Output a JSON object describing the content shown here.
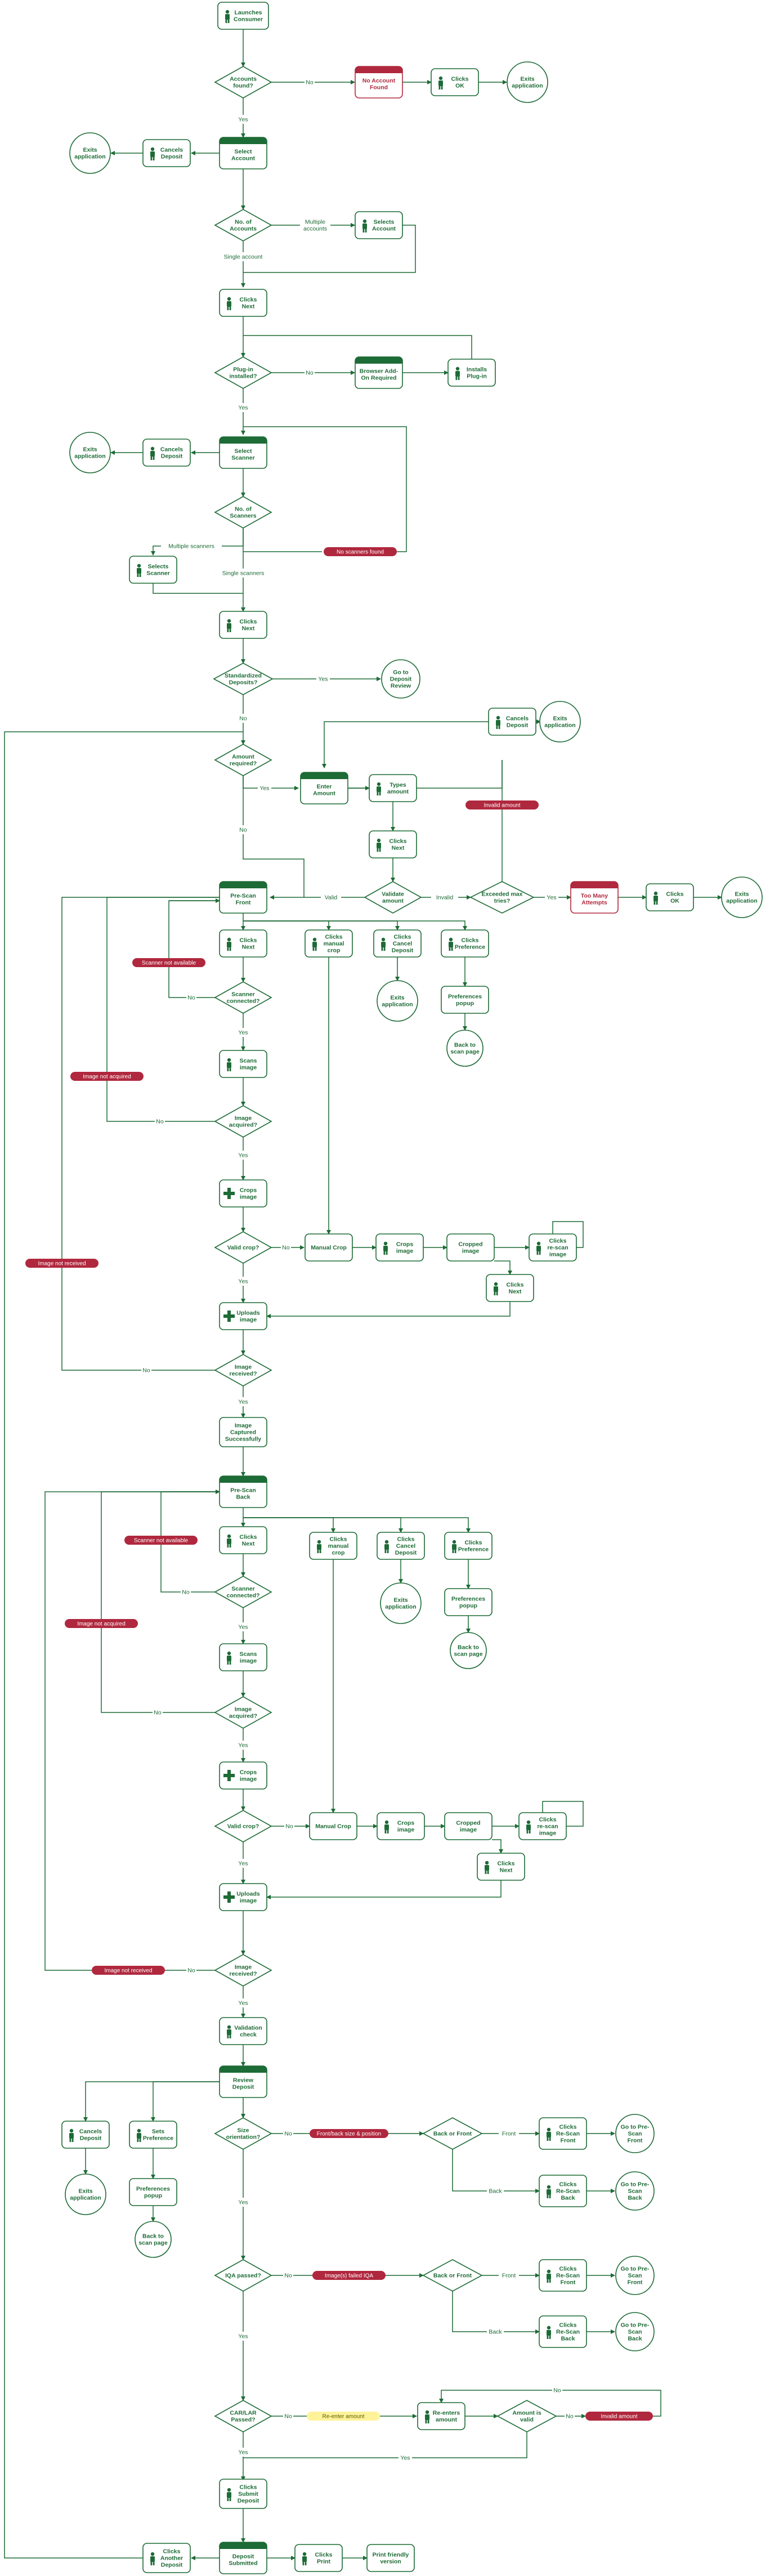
{
  "colors": {
    "green": "#1d6b36",
    "red": "#b0283e",
    "yellow": "#fff39a",
    "white": "#ffffff"
  },
  "icons": {
    "person": "person-icon",
    "cross": "plus-cross-icon"
  },
  "nodes": {
    "launches_consumer": [
      "Launches",
      "Consumer"
    ],
    "accounts_found": [
      "Accounts",
      "found?"
    ],
    "no_account_found": [
      "No Account",
      "Found"
    ],
    "clicks_ok_1": [
      "Clicks",
      "OK"
    ],
    "exits_app_1": [
      "Exits",
      "application"
    ],
    "select_account": [
      "Select",
      "Account"
    ],
    "cancels_deposit_1": [
      "Cancels",
      "Deposit"
    ],
    "exits_app_2": [
      "Exits",
      "application"
    ],
    "no_of_accounts": [
      "No. of",
      "Accounts"
    ],
    "selects_account": [
      "Selects",
      "Account"
    ],
    "clicks_next_1": [
      "Clicks",
      "Next"
    ],
    "plugin_installed": [
      "Plug-in",
      "installed?"
    ],
    "browser_addon": [
      "Browser Add-",
      "On Required"
    ],
    "installs_plugin": [
      "Installs",
      "Plug-in"
    ],
    "select_scanner": [
      "Select",
      "Scanner"
    ],
    "cancels_deposit_2": [
      "Cancels",
      "Deposit"
    ],
    "exits_app_3": [
      "Exits",
      "application"
    ],
    "no_of_scanners": [
      "No. of",
      "Scanners"
    ],
    "selects_scanner": [
      "Selects",
      "Scanner"
    ],
    "clicks_next_2": [
      "Clicks",
      "Next"
    ],
    "standardized_deposits": [
      "Standardized",
      "Deposits?"
    ],
    "go_to_deposit_review": [
      "Go to",
      "Deposit",
      "Review"
    ],
    "cancels_deposit_3": [
      "Cancels",
      "Deposit"
    ],
    "exits_app_4": [
      "Exits",
      "application"
    ],
    "amount_required": [
      "Amount",
      "required?"
    ],
    "enter_amount": [
      "Enter",
      "Amount"
    ],
    "types_amount": [
      "Types",
      "amount"
    ],
    "clicks_next_3": [
      "Clicks",
      "Next"
    ],
    "validate_amount": [
      "Validate",
      "amount"
    ],
    "exceeded_max_tries": [
      "Exceeded max",
      "tries?"
    ],
    "too_many_attempts": [
      "Too Many",
      "Attempts"
    ],
    "clicks_ok_2": [
      "Clicks",
      "OK"
    ],
    "exits_app_5": [
      "Exits",
      "application"
    ],
    "prescan_front": [
      "Pre-Scan",
      "Front"
    ],
    "clicks_next_f": [
      "Clicks",
      "Next"
    ],
    "clicks_manual_crop_f": [
      "Clicks",
      "manual",
      "crop"
    ],
    "clicks_cancel_deposit_f": [
      "Clicks",
      "Cancel",
      "Deposit"
    ],
    "clicks_preference_f": [
      "Clicks",
      "Preference"
    ],
    "exits_app_f": [
      "Exits",
      "application"
    ],
    "preferences_popup_f": [
      "Preferences",
      "popup"
    ],
    "back_to_scan_f": [
      "Back to",
      "scan page"
    ],
    "scanner_connected_f": [
      "Scanner",
      "connected?"
    ],
    "scans_image_f": [
      "Scans",
      "image"
    ],
    "image_acquired_f": [
      "Image",
      "acquired?"
    ],
    "crops_image_f1": [
      "Crops",
      "image"
    ],
    "valid_crop_f": [
      "Valid crop?"
    ],
    "manual_crop_f": [
      "Manual Crop"
    ],
    "crops_image_f2": [
      "Crops",
      "image"
    ],
    "cropped_image_f": [
      "Cropped",
      "image"
    ],
    "clicks_rescan_f": [
      "Clicks",
      "re-scan",
      "image"
    ],
    "clicks_next_f2": [
      "Clicks",
      "Next"
    ],
    "uploads_image_f": [
      "Uploads",
      "image"
    ],
    "image_received_f": [
      "Image",
      "received?"
    ],
    "image_captured": [
      "Image",
      "Captured",
      "Successfully"
    ],
    "prescan_back": [
      "Pre-Scan",
      "Back"
    ],
    "clicks_next_b": [
      "Clicks",
      "Next"
    ],
    "clicks_manual_crop_b": [
      "Clicks",
      "manual",
      "crop"
    ],
    "clicks_cancel_deposit_b": [
      "Clicks",
      "Cancel",
      "Deposit"
    ],
    "clicks_preference_b": [
      "Clicks",
      "Preference"
    ],
    "exits_app_b": [
      "Exits",
      "application"
    ],
    "preferences_popup_b": [
      "Preferences",
      "popup"
    ],
    "back_to_scan_b": [
      "Back to",
      "scan page"
    ],
    "scanner_connected_b": [
      "Scanner",
      "connected?"
    ],
    "scans_image_b": [
      "Scans",
      "image"
    ],
    "image_acquired_b": [
      "Image",
      "acquired?"
    ],
    "crops_image_b1": [
      "Crops",
      "image"
    ],
    "valid_crop_b": [
      "Valid crop?"
    ],
    "manual_crop_b": [
      "Manual Crop"
    ],
    "crops_image_b2": [
      "Crops",
      "image"
    ],
    "cropped_image_b": [
      "Cropped",
      "image"
    ],
    "clicks_rescan_b": [
      "Clicks",
      "re-scan",
      "image"
    ],
    "clicks_next_b2": [
      "Clicks",
      "Next"
    ],
    "uploads_image_b": [
      "Uploads",
      "image"
    ],
    "image_received_b": [
      "Image",
      "received?"
    ],
    "validation_check": [
      "Validation",
      "check"
    ],
    "review_deposit": [
      "Review",
      "Deposit"
    ],
    "cancels_deposit_r": [
      "Cancels",
      "Deposit"
    ],
    "sets_preference_r": [
      "Sets",
      "Preference"
    ],
    "exits_app_r": [
      "Exits",
      "application"
    ],
    "preferences_popup_r": [
      "Preferences",
      "popup"
    ],
    "back_to_scan_r": [
      "Back to",
      "scan page"
    ],
    "size_orientation": [
      "Size",
      "orientation?"
    ],
    "back_or_front_1": [
      "Back or Front"
    ],
    "clicks_rescan_front_1": [
      "Clicks",
      "Re-Scan",
      "Front"
    ],
    "clicks_rescan_back_1": [
      "Clicks",
      "Re-Scan",
      "Back"
    ],
    "go_to_prescan_front_1": [
      "Go to Pre-",
      "Scan",
      "Front"
    ],
    "go_to_prescan_back_1": [
      "Go to Pre-",
      "Scan",
      "Back"
    ],
    "iqa_passed": [
      "IQA passed?"
    ],
    "back_or_front_2": [
      "Back or Front"
    ],
    "clicks_rescan_front_2": [
      "Clicks",
      "Re-Scan",
      "Front"
    ],
    "clicks_rescan_back_2": [
      "Clicks",
      "Re-Scan",
      "Back"
    ],
    "go_to_prescan_front_2": [
      "Go to Pre-",
      "Scan",
      "Front"
    ],
    "go_to_prescan_back_2": [
      "Go to Pre-",
      "Scan",
      "Back"
    ],
    "car_lar_passed": [
      "CAR/LAR",
      "Passed?"
    ],
    "reenters_amount": [
      "Re-enters",
      "amount"
    ],
    "amount_is_valid": [
      "Amount is",
      "valid"
    ],
    "clicks_submit_deposit": [
      "Clicks",
      "Submit",
      "Deposit"
    ],
    "deposit_submitted": [
      "Deposit",
      "Submitted"
    ],
    "clicks_another_deposit": [
      "Clicks",
      "Another",
      "Deposit"
    ],
    "clicks_print": [
      "Clicks",
      "Print"
    ],
    "print_friendly": [
      "Print friendly",
      "version"
    ]
  },
  "edge_labels": {
    "no": "No",
    "yes": "Yes",
    "multiple_accounts": [
      "Multiple",
      "accounts"
    ],
    "single_account": "Single account",
    "multiple_scanners": "Multiple scanners",
    "single_scanner": "Single scanners",
    "invalid": "Invalid",
    "valid": "Valid",
    "front": "Front",
    "back": "Back"
  },
  "tags": {
    "no_scanners_found": "No scanners found",
    "invalid_amount_1": "Invalid amount",
    "scanner_not_available_f": "Scanner not available",
    "image_not_acquired_f": "Image not acquired",
    "image_not_received_f": "Image not received",
    "scanner_not_available_b": "Scanner not available",
    "image_not_acquired_b": "Image not acquired",
    "image_not_received_b": "Image not received",
    "size_orientation_error": "Front/back size & position",
    "image_failed_iqa": "Image(s) failed IQA",
    "reenter_amount": "Re-enter amount",
    "invalid_amount_2": "Invalid amount"
  }
}
